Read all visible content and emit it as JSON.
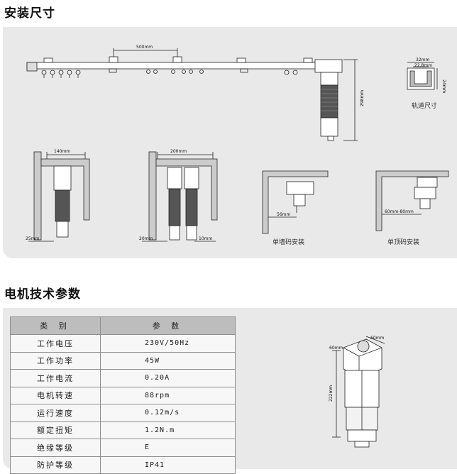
{
  "install": {
    "title": "安装尺寸",
    "dims": {
      "spacing": "500mm",
      "height": "298mm",
      "side_left": "140mm",
      "side_right": "200mm",
      "gap_left": "25mm",
      "gap_right_a": "20mm",
      "gap_right_b": "10mm",
      "wall_depth": "56mm",
      "ceiling_range": "60mm-80mm",
      "rail_width": "32mm",
      "rail_inner": "22.8mm",
      "rail_height": "24mm"
    },
    "captions": {
      "rail": "轨道尺寸",
      "wall": "单墙码安装",
      "ceiling": "单顶码安装"
    }
  },
  "motor": {
    "title": "电机技术参数",
    "headers": [
      "类 别",
      "参 数"
    ],
    "rows": [
      {
        "name": "工作电压",
        "value": "230V/50Hz"
      },
      {
        "name": "工作功率",
        "value": "45W"
      },
      {
        "name": "工作电流",
        "value": "0.20A"
      },
      {
        "name": "电机转速",
        "value": "88rpm"
      },
      {
        "name": "运行速度",
        "value": "0.12m/s"
      },
      {
        "name": "额定扭矩",
        "value": "1.2N.m"
      },
      {
        "name": "绝缘等级",
        "value": "E"
      },
      {
        "name": "防护等级",
        "value": "IP41"
      }
    ],
    "dims": {
      "width": "60mm",
      "depth": "60mm",
      "height": "222mm"
    }
  }
}
